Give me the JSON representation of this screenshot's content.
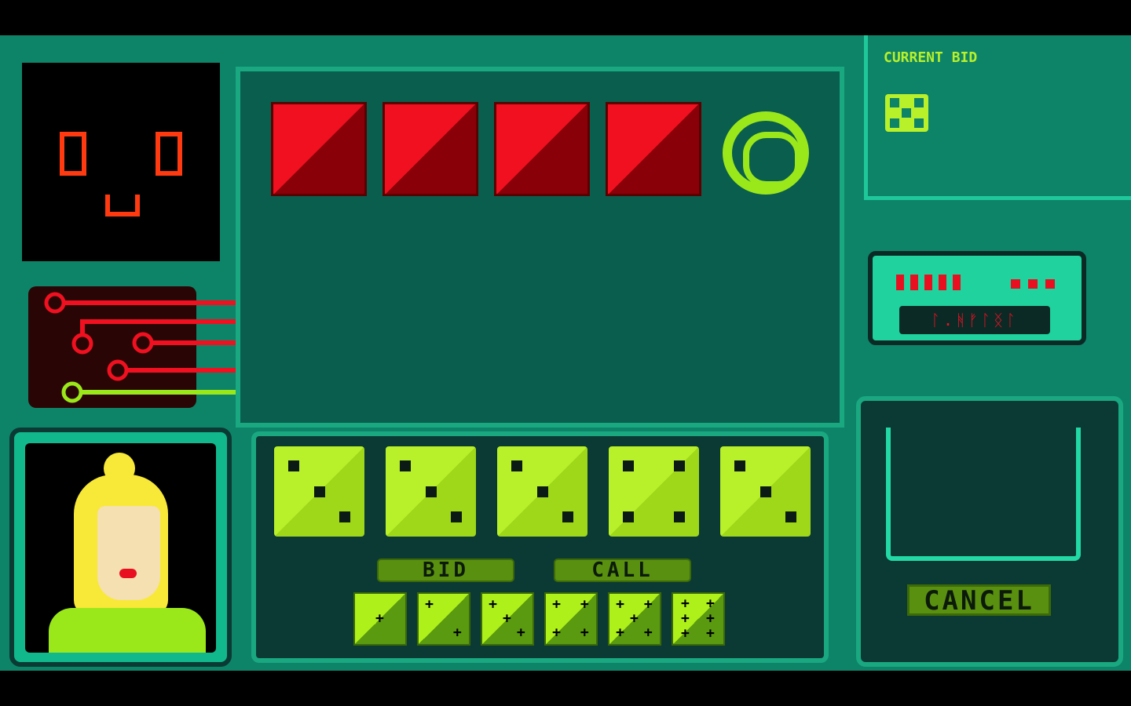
{
  "current_bid": {
    "label": "CURRENT BID",
    "die_face": 5
  },
  "device": {
    "readout": "ᛚ.ᚻᚠᛚᛝᛚ"
  },
  "player_dice": [
    3,
    3,
    3,
    4,
    3
  ],
  "opponent_dice_hidden": 4,
  "buttons": {
    "bid": "BID",
    "call": "CALL",
    "cancel": "CANCEL"
  },
  "bid_face_options": [
    1,
    2,
    3,
    4,
    5,
    6
  ],
  "colors": {
    "accent": "#9be81a",
    "danger": "#f01020",
    "panel": "#0d8468"
  }
}
